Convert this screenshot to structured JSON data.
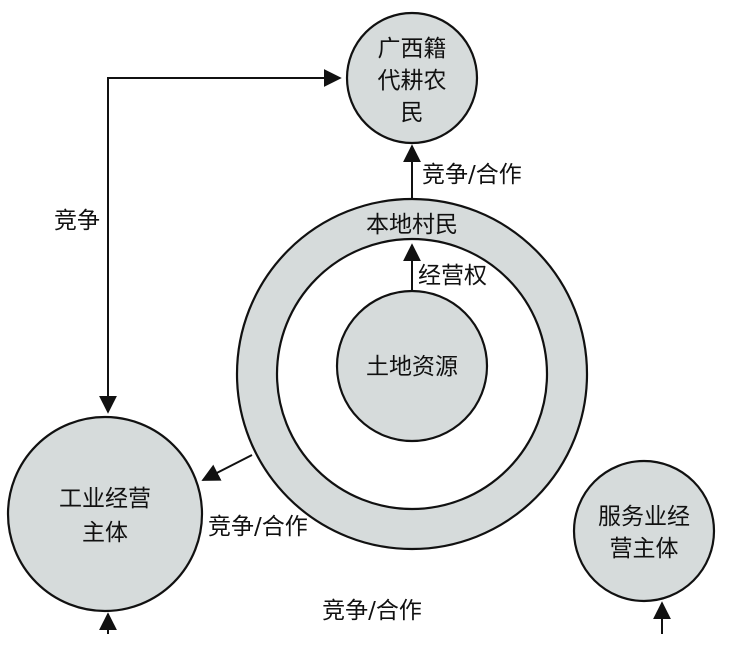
{
  "nodes": {
    "guangxi": {
      "lines": [
        "广西籍",
        "代耕农",
        "民"
      ]
    },
    "local_villagers": {
      "label": "本地村民"
    },
    "land_resources": {
      "label": "土地资源"
    },
    "industrial": {
      "lines": [
        "工业经营",
        "主体"
      ]
    },
    "service": {
      "lines": [
        "服务业经",
        "营主体"
      ]
    }
  },
  "edges": {
    "left_competition": "竞争",
    "villagers_to_guangxi": "竞争/合作",
    "operating_rights": "经营权",
    "ring_to_industrial": "竞争/合作",
    "bottom": "竞争/合作"
  }
}
